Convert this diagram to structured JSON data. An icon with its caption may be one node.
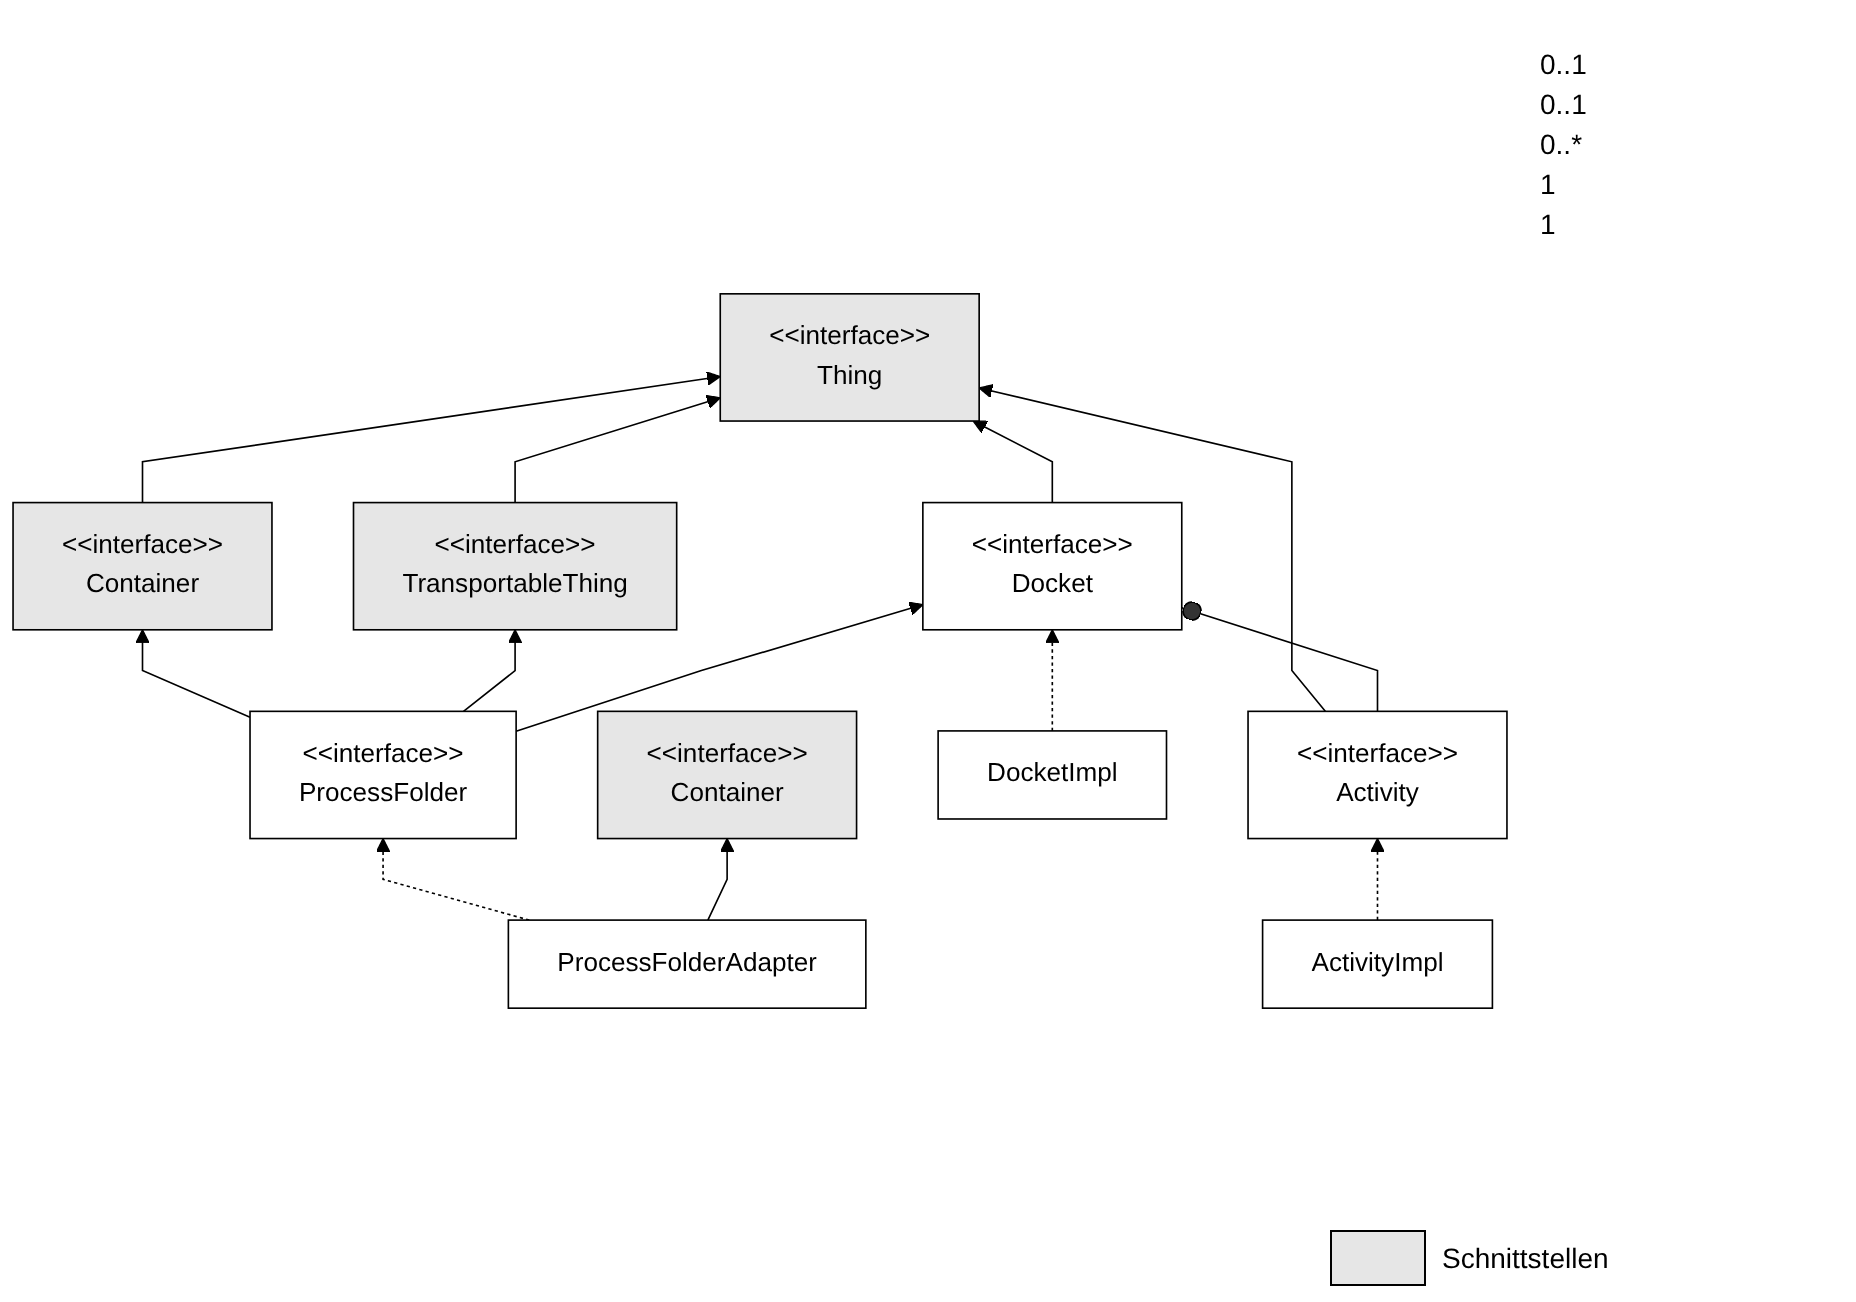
{
  "diagram": {
    "nodes": [
      {
        "text": [
          "<<interface>>",
          "Thing"
        ]
      },
      {
        "text": [
          "<<interface>>",
          "Container"
        ]
      },
      {
        "text": [
          "<<interface>>",
          "TransportableThing"
        ]
      },
      {
        "text": [
          "<<interface>>",
          "ProcessFolder"
        ]
      },
      {
        "text": [
          "<<interface>>",
          "Docket"
        ]
      },
      {
        "text": [
          "<<interface>>",
          "Activity"
        ]
      },
      {
        "text": [
          "ProcessFolderAdapter"
        ]
      },
      {
        "text": [
          "DocketImpl"
        ]
      },
      {
        "text": [
          "ActivityImpl"
        ]
      },
      {
        "text": [
          "<<interface>>",
          "Container"
        ]
      }
    ],
    "edges": [
      {
        "from": 1,
        "to": 0,
        "arrow": "to"
      },
      {
        "from": 2,
        "to": 0,
        "arrow": "to"
      },
      {
        "from": 4,
        "to": 0,
        "arrow": "to"
      },
      {
        "from": 5,
        "to": 0,
        "arrow": "to"
      },
      {
        "from": 3,
        "to": 1,
        "arrow": "to"
      },
      {
        "from": 3,
        "to": 2,
        "arrow": "to"
      },
      {
        "from": 3,
        "to": 4,
        "arrow": "to"
      },
      {
        "from": 5,
        "to": 4,
        "arrow": "other"
      },
      {
        "from": 6,
        "to": 3,
        "arrow": "to",
        "style": "dashed"
      },
      {
        "from": 7,
        "to": 4,
        "arrow": "to",
        "style": "dashed"
      },
      {
        "from": 8,
        "to": 5,
        "arrow": "to",
        "style": "dashed"
      },
      {
        "from": 6,
        "to": 9,
        "arrow": "to"
      }
    ],
    "labels": [
      "0..1",
      "0..1",
      "0..*",
      "1",
      "1"
    ],
    "legend": [
      {
        "text": "Schnittstellen",
        "color": "#e6e6e6"
      }
    ]
  }
}
